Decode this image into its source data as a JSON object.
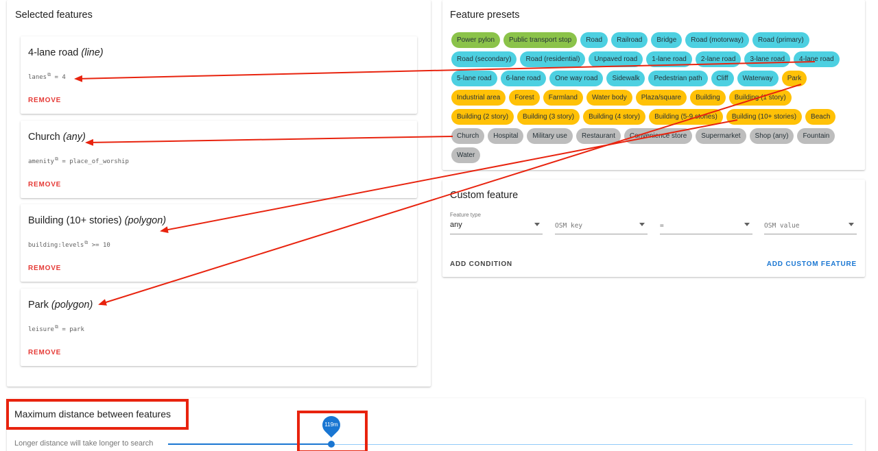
{
  "selected": {
    "title": "Selected features",
    "remove_label": "REMOVE",
    "cards": [
      {
        "name": "4-lane road",
        "type": "(line)",
        "key": "lanes",
        "op": "= 4"
      },
      {
        "name": "Church",
        "type": "(any)",
        "key": "amenity",
        "op": "= place_of_worship"
      },
      {
        "name": "Building (10+ stories)",
        "type": "(polygon)",
        "key": "building:levels",
        "op": ">= 10"
      },
      {
        "name": "Park",
        "type": "(polygon)",
        "key": "leisure",
        "op": "= park"
      }
    ]
  },
  "presets": {
    "title": "Feature presets",
    "chips": [
      {
        "label": "Power pylon",
        "color": "green"
      },
      {
        "label": "Public transport stop",
        "color": "green"
      },
      {
        "label": "Road",
        "color": "cyan"
      },
      {
        "label": "Railroad",
        "color": "cyan"
      },
      {
        "label": "Bridge",
        "color": "cyan"
      },
      {
        "label": "Road (motorway)",
        "color": "cyan"
      },
      {
        "label": "Road (primary)",
        "color": "cyan"
      },
      {
        "label": "Road (secondary)",
        "color": "cyan"
      },
      {
        "label": "Road (residential)",
        "color": "cyan"
      },
      {
        "label": "Unpaved road",
        "color": "cyan"
      },
      {
        "label": "1-lane road",
        "color": "cyan"
      },
      {
        "label": "2-lane road",
        "color": "cyan"
      },
      {
        "label": "3-lane road",
        "color": "cyan"
      },
      {
        "label": "4-lane road",
        "color": "cyan"
      },
      {
        "label": "5-lane road",
        "color": "cyan"
      },
      {
        "label": "6-lane road",
        "color": "cyan"
      },
      {
        "label": "One way road",
        "color": "cyan"
      },
      {
        "label": "Sidewalk",
        "color": "cyan"
      },
      {
        "label": "Pedestrian path",
        "color": "cyan"
      },
      {
        "label": "Cliff",
        "color": "cyan"
      },
      {
        "label": "Waterway",
        "color": "cyan"
      },
      {
        "label": "Park",
        "color": "amber"
      },
      {
        "label": "Industrial area",
        "color": "amber"
      },
      {
        "label": "Forest",
        "color": "amber"
      },
      {
        "label": "Farmland",
        "color": "amber"
      },
      {
        "label": "Water body",
        "color": "amber"
      },
      {
        "label": "Plaza/square",
        "color": "amber"
      },
      {
        "label": "Building",
        "color": "amber"
      },
      {
        "label": "Building (1 story)",
        "color": "amber"
      },
      {
        "label": "Building (2 story)",
        "color": "amber"
      },
      {
        "label": "Building (3 story)",
        "color": "amber"
      },
      {
        "label": "Building (4 story)",
        "color": "amber"
      },
      {
        "label": "Building (5-9 stories)",
        "color": "amber"
      },
      {
        "label": "Building (10+ stories)",
        "color": "amber"
      },
      {
        "label": "Beach",
        "color": "amber"
      },
      {
        "label": "Church",
        "color": "grey"
      },
      {
        "label": "Hospital",
        "color": "grey"
      },
      {
        "label": "Military use",
        "color": "grey"
      },
      {
        "label": "Restaurant",
        "color": "grey"
      },
      {
        "label": "Convenience store",
        "color": "grey"
      },
      {
        "label": "Supermarket",
        "color": "grey"
      },
      {
        "label": "Shop (any)",
        "color": "grey"
      },
      {
        "label": "Fountain",
        "color": "grey"
      },
      {
        "label": "Water",
        "color": "grey"
      }
    ]
  },
  "custom": {
    "title": "Custom feature",
    "feature_type_label": "Feature type",
    "feature_type_value": "any",
    "osm_key_placeholder": "OSM key",
    "operator_value": "=",
    "osm_value_placeholder": "OSM value",
    "add_condition": "ADD CONDITION",
    "add_custom": "ADD CUSTOM FEATURE"
  },
  "distance": {
    "title": "Maximum distance between features",
    "subtitle": "Longer distance will take longer to search",
    "value_label": "119m"
  },
  "colors": {
    "accent": "#1976d2",
    "remove": "#e53935",
    "annotation": "#e8230e"
  }
}
